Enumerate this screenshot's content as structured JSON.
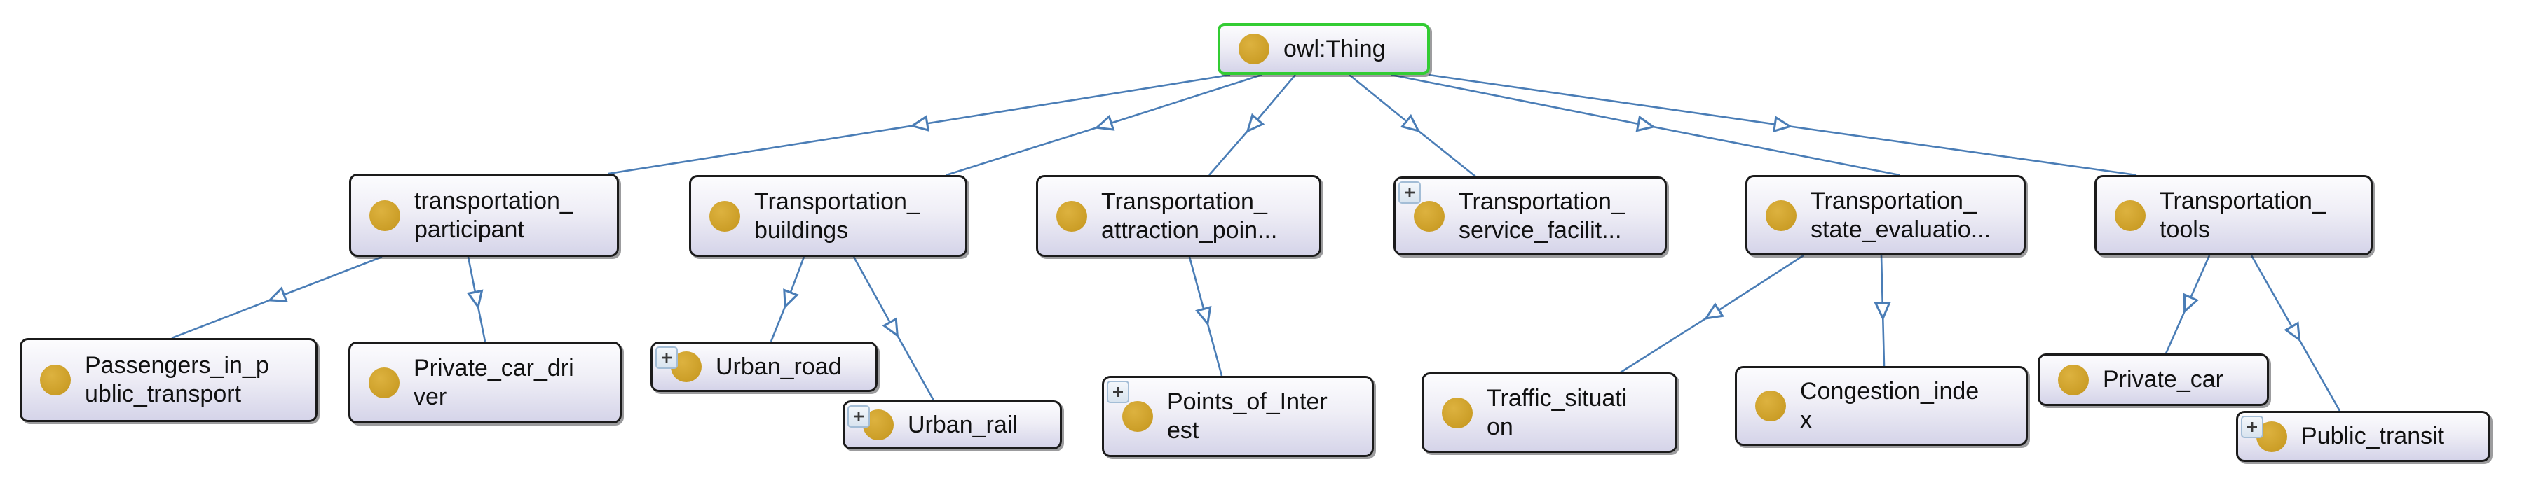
{
  "diagram": {
    "type": "ontology-class-hierarchy",
    "root_key": "owl_thing"
  },
  "colors": {
    "edge": "#4a7db6",
    "root_border": "#33cc33",
    "node_border": "#1b1b1b",
    "class_icon": "#cfa22c",
    "node_fill_top": "#fcfcfe",
    "node_fill_bottom": "#d5d4e9",
    "expander_border": "#a3bdd6"
  },
  "icons": {
    "class_icon": "gold-circle",
    "expand_icon": "plus-square",
    "edge_arrow": "hollow-triangle"
  },
  "nodes": {
    "owl_thing": {
      "label": "owl:Thing",
      "lines": [
        "owl:Thing"
      ],
      "has_expander": false
    },
    "transportation_participant": {
      "label": "transportation_participant",
      "lines": [
        "transportation_",
        "participant"
      ],
      "has_expander": false
    },
    "transportation_buildings": {
      "label": "Transportation_buildings",
      "lines": [
        "Transportation_",
        "buildings"
      ],
      "has_expander": false
    },
    "transportation_attraction_points": {
      "label": "Transportation_attraction_poin...",
      "lines": [
        "Transportation_",
        "attraction_poin..."
      ],
      "has_expander": false
    },
    "transportation_service_facilities": {
      "label": "Transportation_service_facilit...",
      "lines": [
        "Transportation_",
        "service_facilit..."
      ],
      "has_expander": true
    },
    "transportation_state_evaluation": {
      "label": "Transportation_state_evaluatio...",
      "lines": [
        "Transportation_",
        "state_evaluatio..."
      ],
      "has_expander": false
    },
    "transportation_tools": {
      "label": "Transportation_tools",
      "lines": [
        "Transportation_",
        "tools"
      ],
      "has_expander": false
    },
    "passengers_in_public_transport": {
      "label": "Passengers_in_public_transport",
      "lines": [
        "Passengers_in_p",
        "ublic_transport"
      ],
      "has_expander": false
    },
    "private_car_driver": {
      "label": "Private_car_driver",
      "lines": [
        "Private_car_dri",
        "ver"
      ],
      "has_expander": false
    },
    "urban_road": {
      "label": "Urban_road",
      "lines": [
        "Urban_road"
      ],
      "has_expander": true
    },
    "urban_rail": {
      "label": "Urban_rail",
      "lines": [
        "Urban_rail"
      ],
      "has_expander": true
    },
    "points_of_interest": {
      "label": "Points_of_Interest",
      "lines": [
        "Points_of_Inter",
        "est"
      ],
      "has_expander": true
    },
    "traffic_situation": {
      "label": "Traffic_situation",
      "lines": [
        "Traffic_situati",
        "on"
      ],
      "has_expander": false
    },
    "congestion_index": {
      "label": "Congestion_index",
      "lines": [
        "Congestion_inde",
        "x"
      ],
      "has_expander": false
    },
    "private_car": {
      "label": "Private_car",
      "lines": [
        "Private_car"
      ],
      "has_expander": false
    },
    "public_transit": {
      "label": "Public_transit",
      "lines": [
        "Public_transit"
      ],
      "has_expander": true
    }
  },
  "edges": [
    {
      "from": "owl_thing",
      "to": "transportation_participant"
    },
    {
      "from": "owl_thing",
      "to": "transportation_buildings"
    },
    {
      "from": "owl_thing",
      "to": "transportation_attraction_points"
    },
    {
      "from": "owl_thing",
      "to": "transportation_service_facilities"
    },
    {
      "from": "owl_thing",
      "to": "transportation_state_evaluation"
    },
    {
      "from": "owl_thing",
      "to": "transportation_tools"
    },
    {
      "from": "transportation_participant",
      "to": "passengers_in_public_transport"
    },
    {
      "from": "transportation_participant",
      "to": "private_car_driver"
    },
    {
      "from": "transportation_buildings",
      "to": "urban_road"
    },
    {
      "from": "transportation_buildings",
      "to": "urban_rail"
    },
    {
      "from": "transportation_attraction_points",
      "to": "points_of_interest"
    },
    {
      "from": "transportation_state_evaluation",
      "to": "traffic_situation"
    },
    {
      "from": "transportation_state_evaluation",
      "to": "congestion_index"
    },
    {
      "from": "transportation_tools",
      "to": "private_car"
    },
    {
      "from": "transportation_tools",
      "to": "public_transit"
    }
  ]
}
